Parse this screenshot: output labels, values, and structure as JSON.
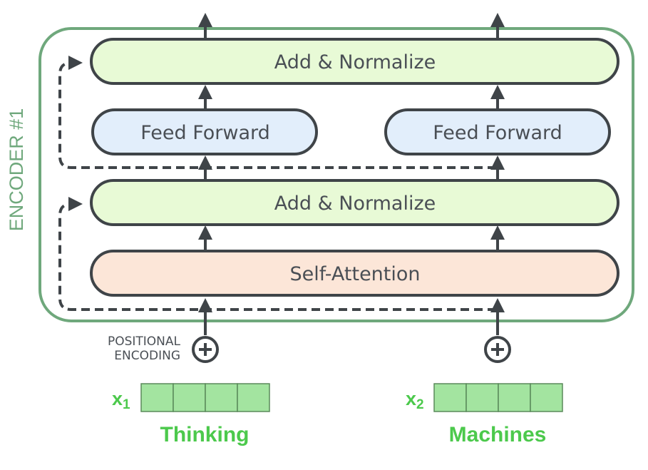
{
  "encoder": {
    "label": "ENCODER #1",
    "frame_color": "#6fa87c"
  },
  "blocks": {
    "add_normalize_top": "Add & Normalize",
    "feed_forward_left": "Feed Forward",
    "feed_forward_right": "Feed Forward",
    "add_normalize_bottom": "Add & Normalize",
    "self_attention": "Self-Attention"
  },
  "positional": {
    "line1": "POSITIONAL",
    "line2": "ENCODING",
    "icon": "plus-circle-icon"
  },
  "inputs": [
    {
      "symbol": "x",
      "subscript": "1",
      "word": "Thinking",
      "cells": 4
    },
    {
      "symbol": "x",
      "subscript": "2",
      "word": "Machines",
      "cells": 4
    }
  ],
  "colors": {
    "add_normalize": "#e8fad6",
    "feed_forward": "#e2eefb",
    "self_attention": "#fce6d8",
    "stroke": "#3f4448",
    "embedding": "#a3e4a0",
    "accent_green": "#4cc94c"
  }
}
